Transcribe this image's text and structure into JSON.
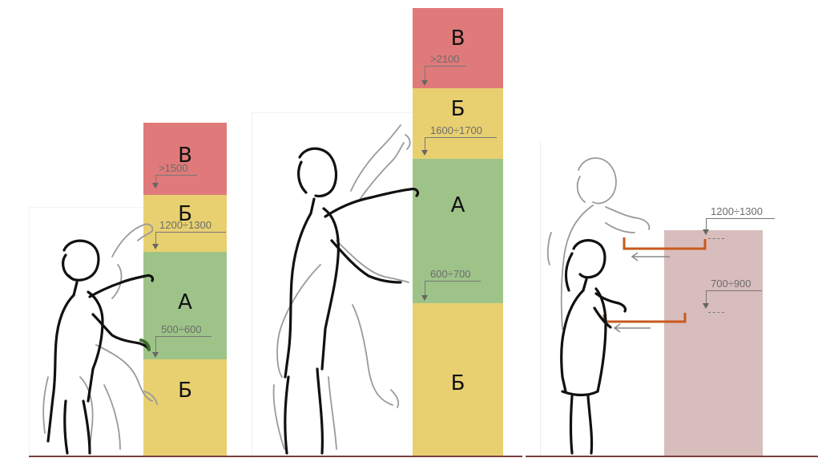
{
  "colors": {
    "zone_a": "#9ec389",
    "zone_b": "#e8d070",
    "zone_v": "#e07a7a",
    "counter": "#d8bdbd",
    "handle": "#c85a1e",
    "floor": "#7a3f3a",
    "sketch_dark": "#111111",
    "sketch_light": "#9a9a9a"
  },
  "panel_1": {
    "zones": [
      {
        "label": "В"
      },
      {
        "label": "Б"
      },
      {
        "label": "А"
      },
      {
        "label": "Б"
      }
    ],
    "dims": [
      {
        "text": ">1500"
      },
      {
        "text": "1200÷1300"
      },
      {
        "text": "500÷600"
      }
    ]
  },
  "panel_2": {
    "zones": [
      {
        "label": "В"
      },
      {
        "label": "Б"
      },
      {
        "label": "А"
      },
      {
        "label": "Б"
      }
    ],
    "dims": [
      {
        "text": ">2100"
      },
      {
        "text": "1600÷1700"
      },
      {
        "text": "600÷700"
      }
    ]
  },
  "panel_3": {
    "dims": [
      {
        "text": "1200÷1300"
      },
      {
        "text": "700÷900"
      }
    ]
  }
}
